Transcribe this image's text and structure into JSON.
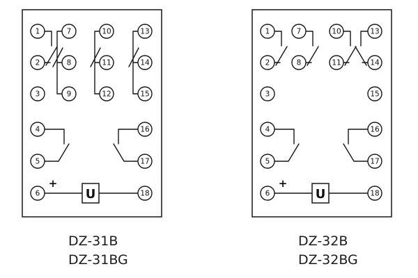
{
  "left_diagram": {
    "captions": [
      "DZ-31B",
      "DZ-31BG"
    ],
    "coil_label": "U",
    "polarity": "+",
    "terminals": {
      "t1": "1",
      "t2": "2",
      "t3": "3",
      "t4": "4",
      "t5": "5",
      "t6": "6",
      "t7": "7",
      "t8": "8",
      "t9": "9",
      "t10": "10",
      "t11": "11",
      "t12": "12",
      "t13": "13",
      "t14": "14",
      "t15": "15",
      "t16": "16",
      "t17": "17",
      "t18": "18"
    }
  },
  "right_diagram": {
    "captions": [
      "DZ-32B",
      "DZ-32BG"
    ],
    "coil_label": "U",
    "polarity": "+",
    "terminals": {
      "t1": "1",
      "t2": "2",
      "t3": "3",
      "t4": "4",
      "t5": "5",
      "t6": "6",
      "t7": "7",
      "t8": "8",
      "t10": "10",
      "t11": "11",
      "t13": "13",
      "t14": "14",
      "t15": "15",
      "t16": "16",
      "t17": "17",
      "t18": "18"
    }
  },
  "colors": {
    "line": "#161616",
    "background": "#ffffff"
  }
}
